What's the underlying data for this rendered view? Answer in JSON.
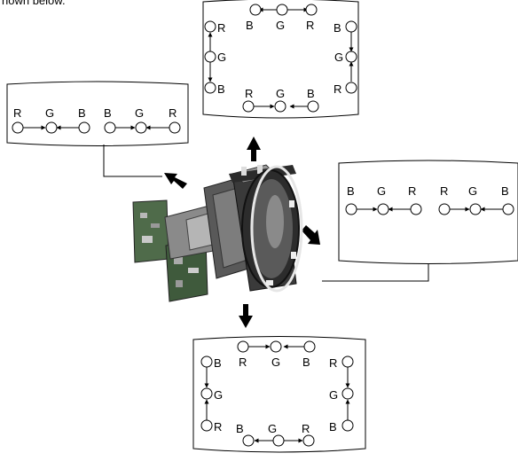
{
  "caption": "hown below.",
  "panel_top": {
    "top_row": [
      "B",
      "G",
      "R"
    ],
    "left_col": [
      "R",
      "G",
      "B"
    ],
    "right_col": [
      "B",
      "G",
      "R"
    ],
    "bottom_row": [
      "R",
      "G",
      "B"
    ]
  },
  "panel_left": {
    "group_a": [
      "R",
      "G",
      "B"
    ],
    "group_b": [
      "B",
      "G",
      "R"
    ]
  },
  "panel_right": {
    "group_a": [
      "B",
      "G",
      "R"
    ],
    "group_b": [
      "R",
      "G",
      "B"
    ]
  },
  "panel_bottom": {
    "top_row": [
      "R",
      "G",
      "B"
    ],
    "left_col": [
      "B",
      "G",
      "R"
    ],
    "right_col": [
      "R",
      "G",
      "B"
    ],
    "bottom_row": [
      "B",
      "G",
      "R"
    ]
  },
  "colors": {
    "line": "#000000",
    "background": "#ffffff",
    "crt_dark": "#3a3a3a",
    "board_green": "#4f6b4a"
  }
}
